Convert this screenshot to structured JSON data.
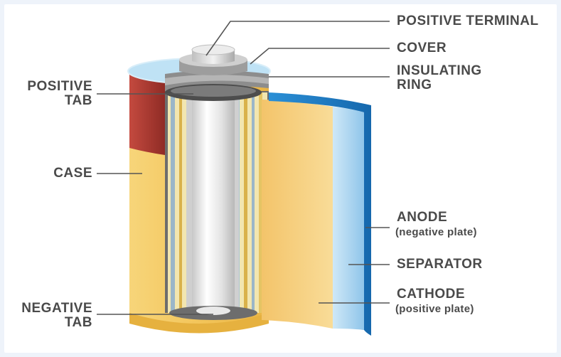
{
  "labels": {
    "positive_terminal": "POSITIVE TERMINAL",
    "cover": "COVER",
    "insulating_ring_line1": "INSULATING",
    "insulating_ring_line2": "RING",
    "positive_tab_line1": "POSITIVE",
    "positive_tab_line2": "TAB",
    "case": "CASE",
    "anode": "ANODE",
    "anode_sub": "(negative plate)",
    "separator": "SEPARATOR",
    "cathode": "CATHODE",
    "cathode_sub": "(positive plate)",
    "negative_tab_line1": "NEGATIVE",
    "negative_tab_line2": "TAB"
  },
  "colors": {
    "case_yellow": "#f5c85c",
    "case_red": "#b23a33",
    "anode_blue": "#1d7ec6",
    "separator_light_blue": "#a9d4f0",
    "cathode_yellow": "#f6cf7a",
    "label_gray": "#4a4a4a"
  }
}
